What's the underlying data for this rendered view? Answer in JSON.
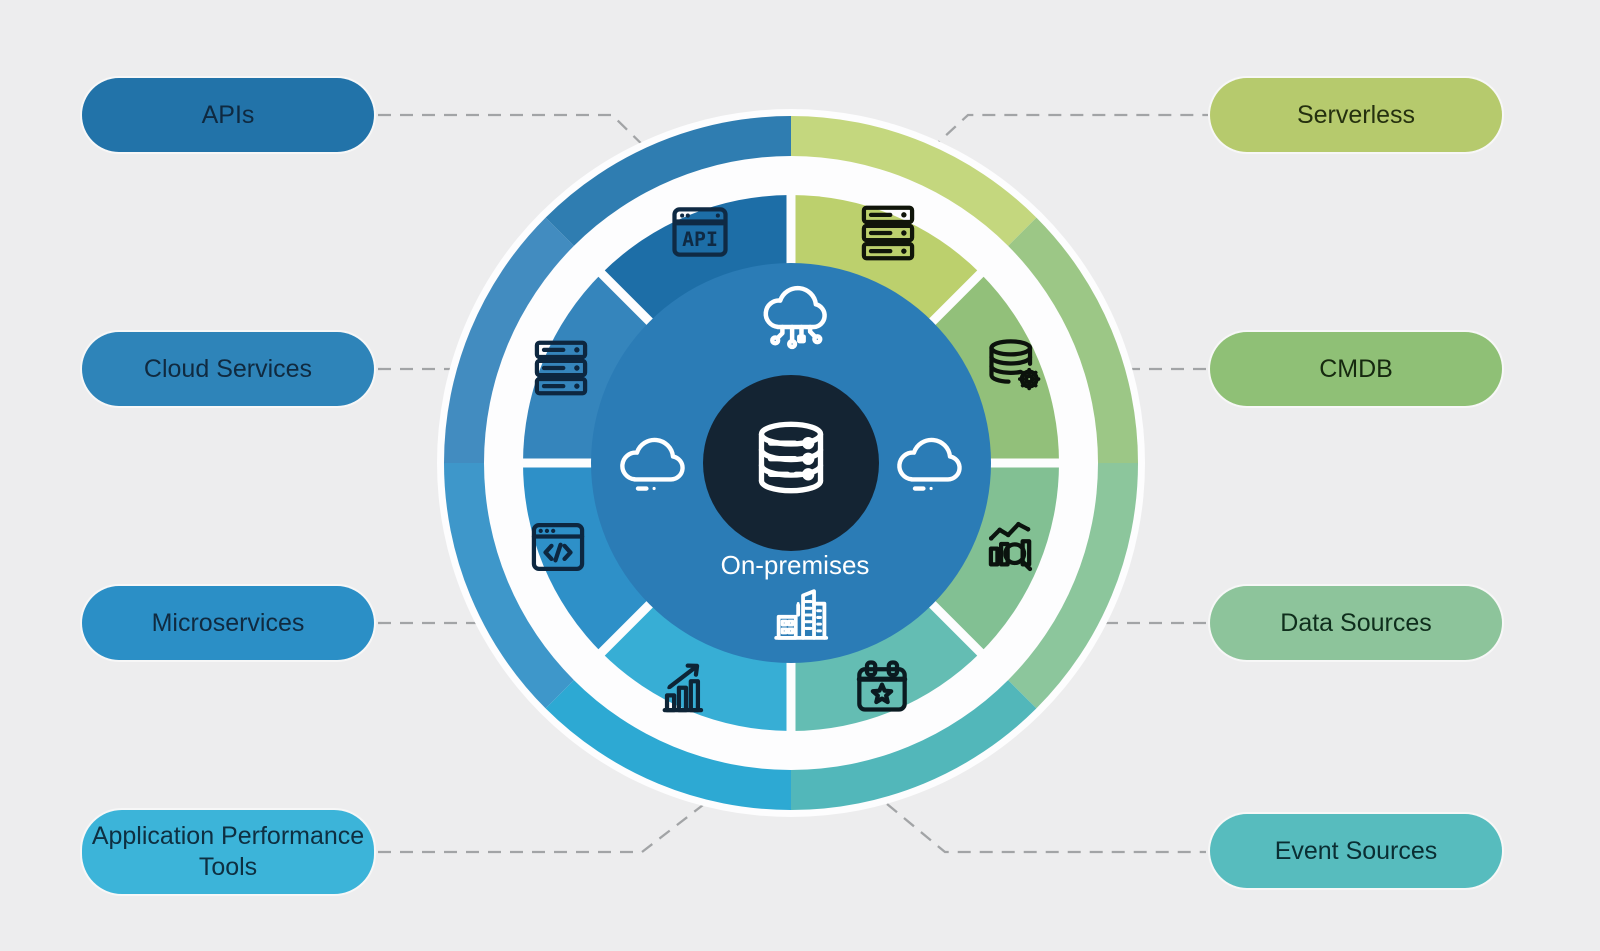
{
  "background_color": "#ededee",
  "connector": {
    "color": "#a2a4a6"
  },
  "center": {
    "label": "On-premises",
    "label_color": "#ffffff",
    "inner_circle_color": "#2b7cb6",
    "core_circle_color": "#142433",
    "icon_color": "#ffffff",
    "icons": {
      "top": "cloud-data-icon",
      "left": "cloud-icon",
      "right": "cloud-icon",
      "bottom": "buildings-icon",
      "core": "database-server-icon"
    }
  },
  "wheel": {
    "outline_color": "#fdfdfe",
    "segments": [
      {
        "id": "serverless",
        "label": "Serverless",
        "side": "right",
        "pill_color": "#b6ca6d",
        "pill_text_color": "#25300f",
        "wedge_color": "#bcd06d",
        "ring_color": "#c4d77e",
        "icon": "servers-icon",
        "icon_color": "#10150a"
      },
      {
        "id": "cmdb",
        "label": "CMDB",
        "side": "right",
        "pill_color": "#8fc076",
        "pill_text_color": "#16290f",
        "wedge_color": "#92c07a",
        "ring_color": "#9cc786",
        "icon": "database-gear-icon",
        "icon_color": "#0c120c"
      },
      {
        "id": "data-sources",
        "label": "Data Sources",
        "side": "right",
        "pill_color": "#8dc49b",
        "pill_text_color": "#0f2e1c",
        "wedge_color": "#82c093",
        "ring_color": "#8cc69c",
        "icon": "chart-magnifier-icon",
        "icon_color": "#0b130e"
      },
      {
        "id": "event-sources",
        "label": "Event Sources",
        "side": "right",
        "pill_color": "#57bcbe",
        "pill_text_color": "#0a2e33",
        "wedge_color": "#64bdb3",
        "ring_color": "#52b7ba",
        "icon": "calendar-star-icon",
        "icon_color": "#0a1a20"
      },
      {
        "id": "application-performance-tools",
        "label": "Application Performance Tools",
        "side": "left",
        "pill_color": "#3cb4d9",
        "pill_text_color": "#0e2f41",
        "wedge_color": "#37aed5",
        "ring_color": "#2da9d3",
        "icon": "bar-chart-arrow-icon",
        "icon_color": "#0e2436"
      },
      {
        "id": "microservices",
        "label": "Microservices",
        "side": "left",
        "pill_color": "#2b8fc6",
        "pill_text_color": "#102a40",
        "wedge_color": "#2e90c8",
        "ring_color": "#3e97ca",
        "icon": "code-window-icon",
        "icon_color": "#0d2740"
      },
      {
        "id": "cloud-services",
        "label": "Cloud Services",
        "side": "left",
        "pill_color": "#2e84b9",
        "pill_text_color": "#102a40",
        "wedge_color": "#3585bc",
        "ring_color": "#428cc0",
        "icon": "servers-icon",
        "icon_color": "#0d2740"
      },
      {
        "id": "apis",
        "label": "APIs",
        "side": "left",
        "pill_color": "#2273a9",
        "pill_text_color": "#0f2940",
        "wedge_color": "#1d6ea7",
        "ring_color": "#2f7db1",
        "icon": "api-window-icon",
        "icon_color": "#0f2a44"
      }
    ]
  }
}
